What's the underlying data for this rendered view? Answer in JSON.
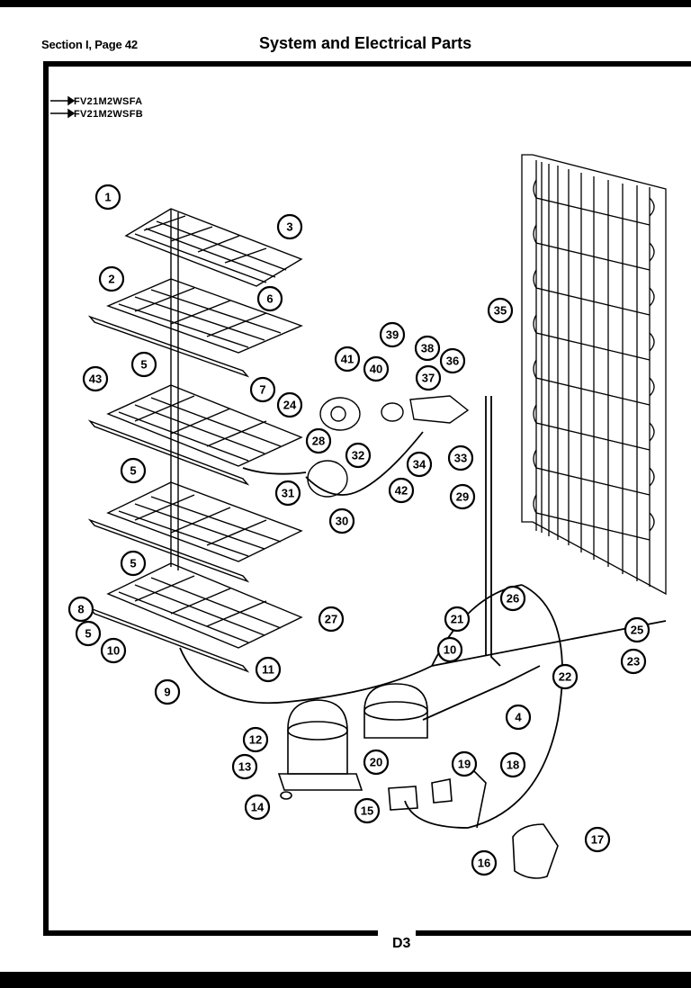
{
  "header": {
    "section": "Section I, Page 42",
    "title": "System and Electrical Parts"
  },
  "models": [
    "FV21M2WSFA",
    "FV21M2WSFB"
  ],
  "page_code": "D3",
  "callouts": [
    "1",
    "2",
    "3",
    "6",
    "43",
    "5",
    "7",
    "24",
    "5",
    "31",
    "5",
    "8",
    "5",
    "10",
    "9",
    "11",
    "27",
    "41",
    "40",
    "39",
    "38",
    "37",
    "36",
    "28",
    "32",
    "34",
    "33",
    "42",
    "30",
    "29",
    "35",
    "26",
    "21",
    "10",
    "22",
    "25",
    "23",
    "4",
    "12",
    "13",
    "14",
    "20",
    "19",
    "18",
    "15",
    "17",
    "16"
  ]
}
